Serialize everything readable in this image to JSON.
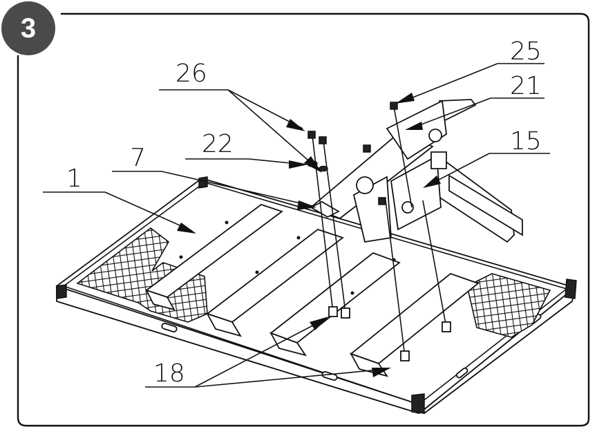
{
  "step": {
    "number": "3"
  },
  "callouts": {
    "c25": "25",
    "c21": "21",
    "c26": "26",
    "c22": "22",
    "c15": "15",
    "c7": "7",
    "c1": "1",
    "c18": "18"
  }
}
